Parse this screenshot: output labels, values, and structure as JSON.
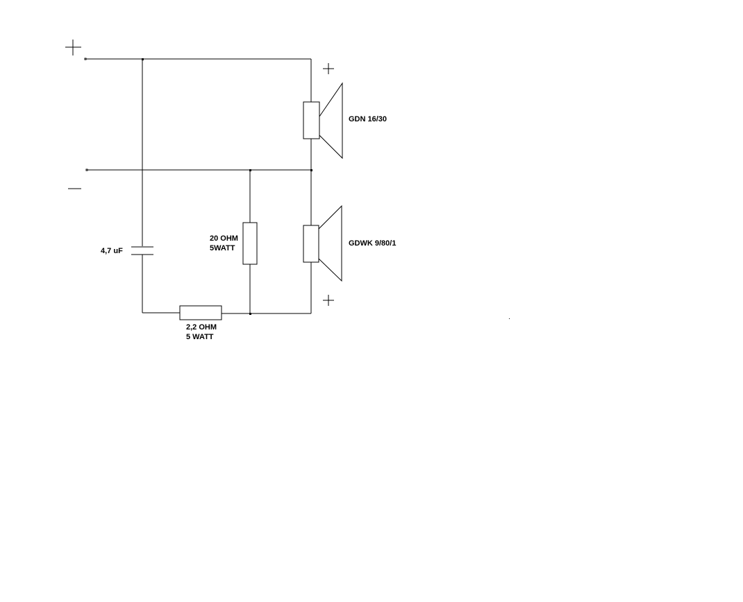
{
  "diagram": {
    "type": "loudspeaker crossover circuit schematic",
    "terminals": {
      "positive": "+",
      "negative": "−"
    },
    "speakers": [
      {
        "label": "GDN 16/30",
        "polarity_mark": "+"
      },
      {
        "label": "GDWK 9/80/1",
        "polarity_mark": "+"
      }
    ],
    "capacitor": {
      "label": "4,7 uF"
    },
    "resistor_shunt": {
      "line1": "20 OHM",
      "line2": "5WATT"
    },
    "resistor_series": {
      "line1": "2,2 OHM",
      "line2": "5 WATT"
    },
    "colors": {
      "line": "#000000",
      "background": "#ffffff"
    }
  }
}
